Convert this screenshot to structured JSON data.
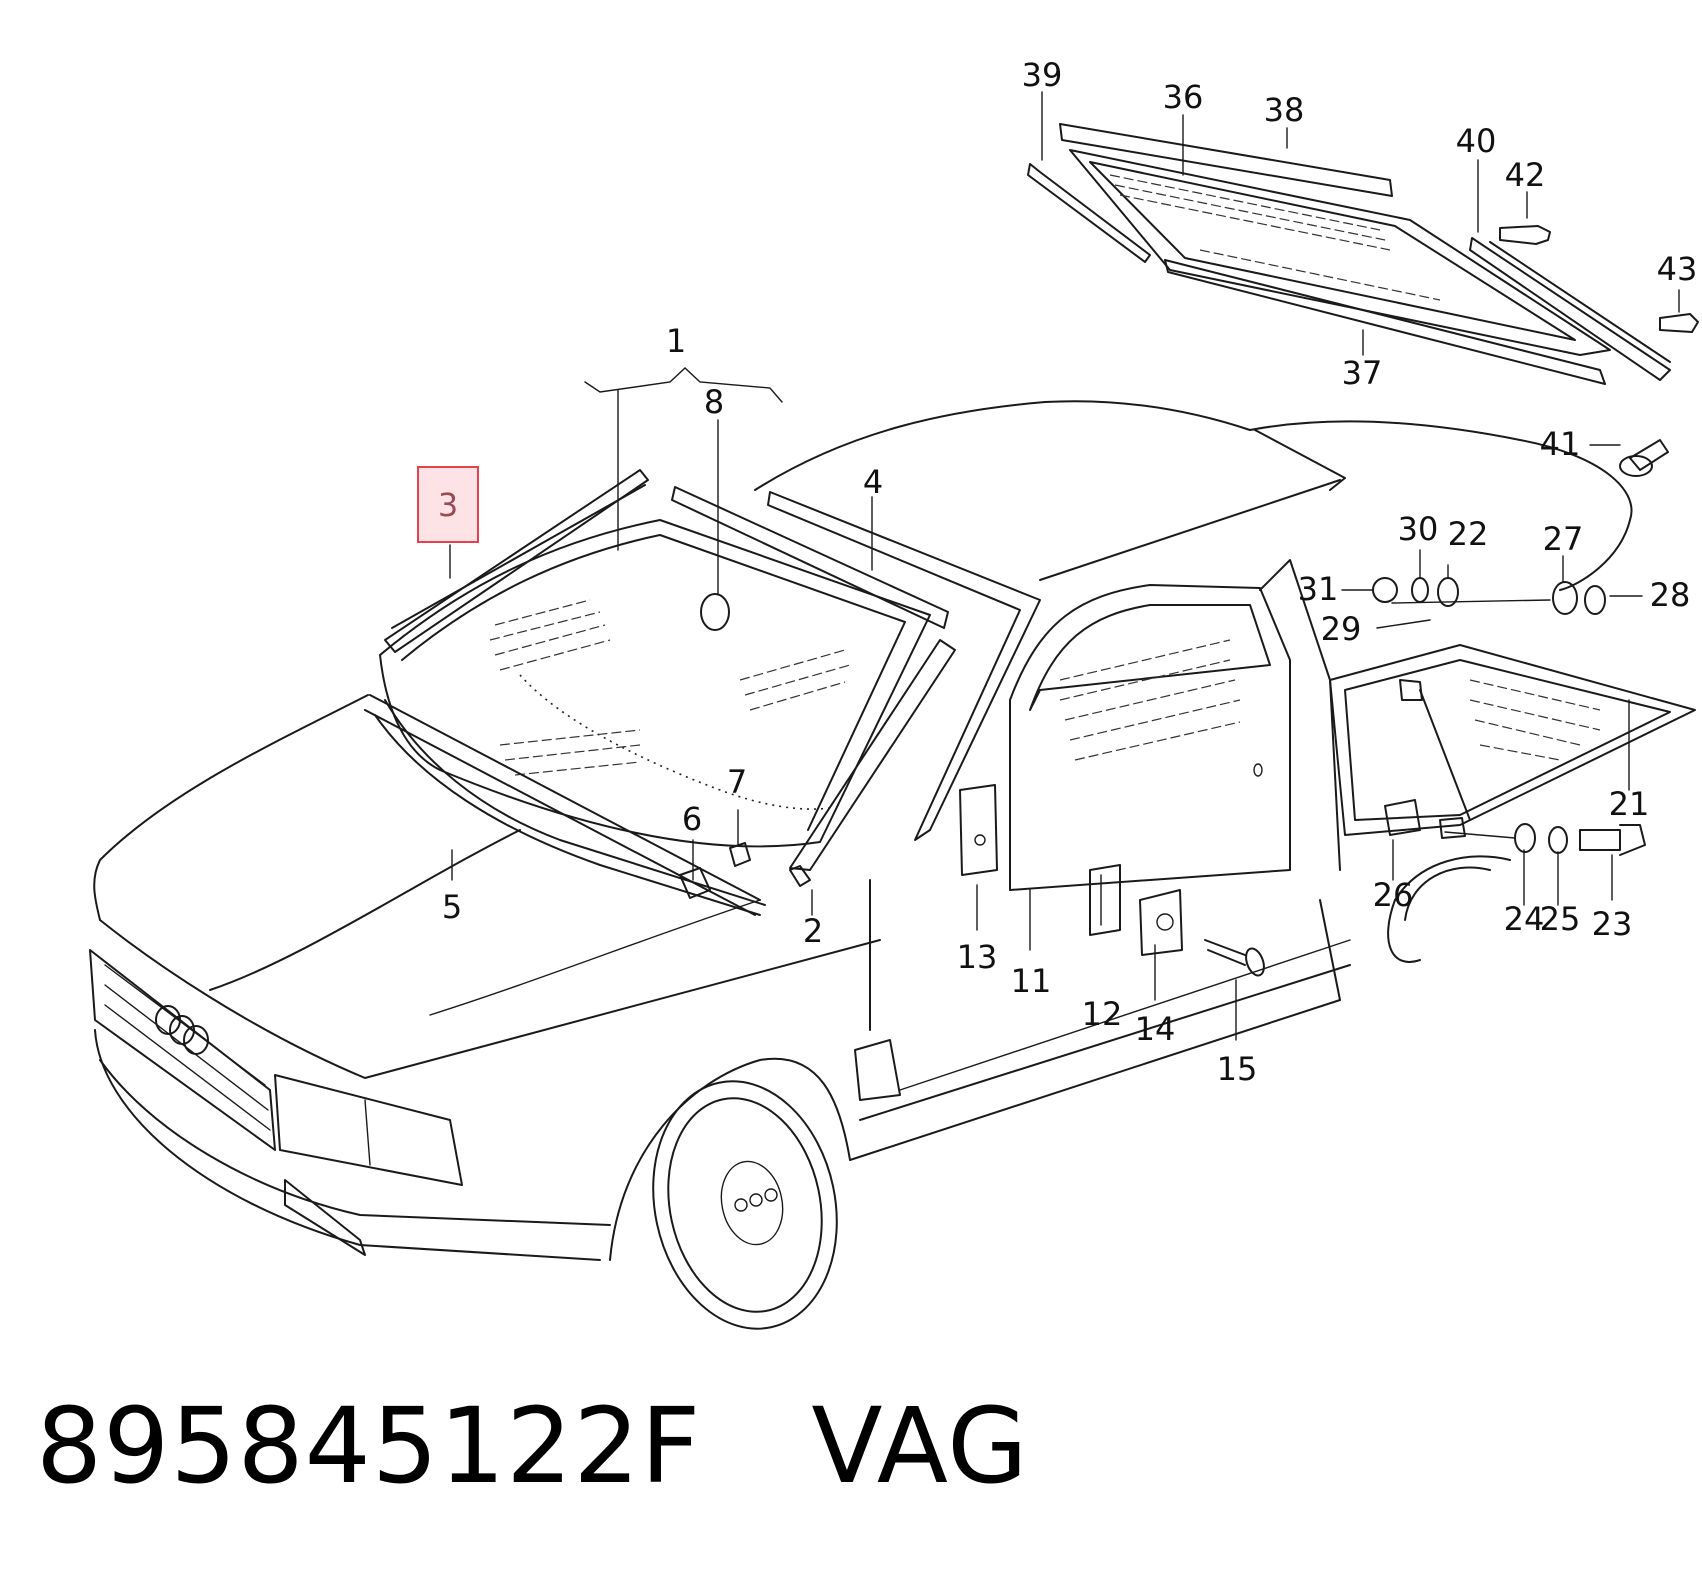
{
  "diagram": {
    "callouts": [
      {
        "id": "c1",
        "label": "1"
      },
      {
        "id": "c2",
        "label": "2"
      },
      {
        "id": "c3",
        "label": "3"
      },
      {
        "id": "c4",
        "label": "4"
      },
      {
        "id": "c5",
        "label": "5"
      },
      {
        "id": "c6",
        "label": "6"
      },
      {
        "id": "c7",
        "label": "7"
      },
      {
        "id": "c8",
        "label": "8"
      },
      {
        "id": "c11",
        "label": "11"
      },
      {
        "id": "c12",
        "label": "12"
      },
      {
        "id": "c13",
        "label": "13"
      },
      {
        "id": "c14",
        "label": "14"
      },
      {
        "id": "c15",
        "label": "15"
      },
      {
        "id": "c21",
        "label": "21"
      },
      {
        "id": "c22",
        "label": "22"
      },
      {
        "id": "c23",
        "label": "23"
      },
      {
        "id": "c24",
        "label": "24"
      },
      {
        "id": "c25",
        "label": "25"
      },
      {
        "id": "c26",
        "label": "26"
      },
      {
        "id": "c27",
        "label": "27"
      },
      {
        "id": "c28",
        "label": "28"
      },
      {
        "id": "c29",
        "label": "29"
      },
      {
        "id": "c30",
        "label": "30"
      },
      {
        "id": "c31",
        "label": "31"
      },
      {
        "id": "c36",
        "label": "36"
      },
      {
        "id": "c37",
        "label": "37"
      },
      {
        "id": "c38",
        "label": "38"
      },
      {
        "id": "c39",
        "label": "39"
      },
      {
        "id": "c40",
        "label": "40"
      },
      {
        "id": "c41",
        "label": "41"
      },
      {
        "id": "c42",
        "label": "42"
      },
      {
        "id": "c43",
        "label": "43"
      }
    ],
    "highlighted_callout": "3",
    "highlight_color": "#e5424d"
  },
  "caption": {
    "part_number": "895845122F",
    "brand": "VAG"
  }
}
